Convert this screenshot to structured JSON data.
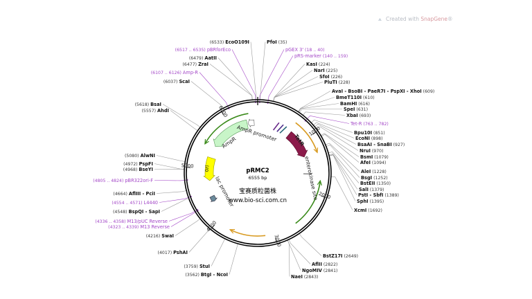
{
  "watermark": {
    "prefix": "Created with ",
    "brand": "SnapGene",
    "suffix": "®"
  },
  "plasmid": {
    "name": "pRMC2",
    "length_label": "6555 bp",
    "length": 6555,
    "chinese_text": "宝赛质粒菌株",
    "website": "www.bio-sci.com.cn"
  },
  "ticks": [
    {
      "bp": 1000,
      "label": "1000"
    },
    {
      "bp": 2000,
      "label": "2000"
    },
    {
      "bp": 3000,
      "label": "3000"
    },
    {
      "bp": 4000,
      "label": "4000"
    },
    {
      "bp": 5000,
      "label": "5000"
    },
    {
      "bp": 6000,
      "label": "6000"
    }
  ],
  "features": [
    {
      "name": "AmpR",
      "color": "#c8f5c8"
    },
    {
      "name": "ori",
      "color": "#ffff00"
    },
    {
      "name": "TetR",
      "color": "#8b1a4a"
    },
    {
      "name": "AmpR promoter",
      "color": "#ffffff"
    },
    {
      "name": "lac promoter",
      "color": "#6a8a9a"
    },
    {
      "name": "enterokinase site",
      "color": "#888888"
    }
  ],
  "colors": {
    "enzyme_line": "#9a9a9a",
    "primer": "#a347c7",
    "orf_green": "#3a8a1a",
    "orf_orange": "#d89a20"
  },
  "sites": [
    {
      "name": "EcoO109I",
      "pos": "(6533)",
      "bp": 6533,
      "type": "enzyme"
    },
    {
      "name": "PfoI",
      "pos": "(35)",
      "bp": 35,
      "type": "enzyme"
    },
    {
      "name": "pBRforEco",
      "pos": "(6517 .. 6535)",
      "bp": 6526,
      "type": "primer"
    },
    {
      "name": "pGEX 3'",
      "pos": "(18 .. 40)",
      "bp": 29,
      "type": "primer"
    },
    {
      "name": "pRS-marker",
      "pos": "(140 .. 159)",
      "bp": 150,
      "type": "primer"
    },
    {
      "name": "AatII",
      "pos": "(6479)",
      "bp": 6479,
      "type": "enzyme"
    },
    {
      "name": "ZraI",
      "pos": "(6477)",
      "bp": 6477,
      "type": "enzyme"
    },
    {
      "name": "Amp-R",
      "pos": "(6107 .. 6126)",
      "bp": 6116,
      "type": "primer"
    },
    {
      "name": "ScaI",
      "pos": "(6037)",
      "bp": 6037,
      "type": "enzyme"
    },
    {
      "name": "KasI",
      "pos": "(224)",
      "bp": 224,
      "type": "enzyme"
    },
    {
      "name": "NarI",
      "pos": "(225)",
      "bp": 225,
      "type": "enzyme"
    },
    {
      "name": "SfoI",
      "pos": "(226)",
      "bp": 226,
      "type": "enzyme"
    },
    {
      "name": "PluTI",
      "pos": "(228)",
      "bp": 228,
      "type": "enzyme"
    },
    {
      "name": "AvaI - BsoBI - PaeR7I - PspXI - XhoI",
      "pos": "(609)",
      "bp": 609,
      "type": "enzyme"
    },
    {
      "name": "BmeT110I",
      "pos": "(610)",
      "bp": 610,
      "type": "enzyme"
    },
    {
      "name": "BamHI",
      "pos": "(616)",
      "bp": 616,
      "type": "enzyme"
    },
    {
      "name": "SpeI",
      "pos": "(631)",
      "bp": 631,
      "type": "enzyme"
    },
    {
      "name": "XbaI",
      "pos": "(693)",
      "bp": 693,
      "type": "enzyme"
    },
    {
      "name": "Tet-R",
      "pos": "(763 .. 782)",
      "bp": 772,
      "type": "primer"
    },
    {
      "name": "Bpu10I",
      "pos": "(851)",
      "bp": 851,
      "type": "enzyme"
    },
    {
      "name": "EcoNI",
      "pos": "(898)",
      "bp": 898,
      "type": "enzyme"
    },
    {
      "name": "BsaAI - SnaBI",
      "pos": "(927)",
      "bp": 927,
      "type": "enzyme"
    },
    {
      "name": "NruI",
      "pos": "(970)",
      "bp": 970,
      "type": "enzyme"
    },
    {
      "name": "BsmI",
      "pos": "(1079)",
      "bp": 1079,
      "type": "enzyme"
    },
    {
      "name": "AfeI",
      "pos": "(1094)",
      "bp": 1094,
      "type": "enzyme"
    },
    {
      "name": "AleI",
      "pos": "(1228)",
      "bp": 1228,
      "type": "enzyme"
    },
    {
      "name": "BsgI",
      "pos": "(1252)",
      "bp": 1252,
      "type": "enzyme"
    },
    {
      "name": "BstEII",
      "pos": "(1350)",
      "bp": 1350,
      "type": "enzyme"
    },
    {
      "name": "SalI",
      "pos": "(1379)",
      "bp": 1379,
      "type": "enzyme"
    },
    {
      "name": "PstI - SbfI",
      "pos": "(1389)",
      "bp": 1389,
      "type": "enzyme"
    },
    {
      "name": "SphI",
      "pos": "(1395)",
      "bp": 1395,
      "type": "enzyme"
    },
    {
      "name": "XcmI",
      "pos": "(1692)",
      "bp": 1692,
      "type": "enzyme"
    },
    {
      "name": "BstZ17I",
      "pos": "(2649)",
      "bp": 2649,
      "type": "enzyme"
    },
    {
      "name": "AflII",
      "pos": "(2822)",
      "bp": 2822,
      "type": "enzyme"
    },
    {
      "name": "NgoMIV",
      "pos": "(2841)",
      "bp": 2841,
      "type": "enzyme"
    },
    {
      "name": "NaeI",
      "pos": "(2843)",
      "bp": 2843,
      "type": "enzyme"
    },
    {
      "name": "BtgI - NcoI",
      "pos": "(3562)",
      "bp": 3562,
      "type": "enzyme"
    },
    {
      "name": "StuI",
      "pos": "(3759)",
      "bp": 3759,
      "type": "enzyme"
    },
    {
      "name": "PshAI",
      "pos": "(4017)",
      "bp": 4017,
      "type": "enzyme"
    },
    {
      "name": "SwaI",
      "pos": "(4216)",
      "bp": 4216,
      "type": "enzyme"
    },
    {
      "name": "M13 Reverse",
      "pos": "(4323 .. 4339)",
      "bp": 4331,
      "type": "primer"
    },
    {
      "name": "M13/pUC Reverse",
      "pos": "(4336 .. 4358)",
      "bp": 4347,
      "type": "primer"
    },
    {
      "name": "BspQI - SapI",
      "pos": "(4548)",
      "bp": 4548,
      "type": "enzyme"
    },
    {
      "name": "L4440",
      "pos": "(4554 .. 4571)",
      "bp": 4562,
      "type": "primer"
    },
    {
      "name": "AflIII - PciI",
      "pos": "(4664)",
      "bp": 4664,
      "type": "enzyme"
    },
    {
      "name": "pBR322ori-F",
      "pos": "(4805 .. 4824)",
      "bp": 4814,
      "type": "primer"
    },
    {
      "name": "BseYI",
      "pos": "(4968)",
      "bp": 4968,
      "type": "enzyme"
    },
    {
      "name": "PspFI",
      "pos": "(4972)",
      "bp": 4972,
      "type": "enzyme"
    },
    {
      "name": "AlwNI",
      "pos": "(5080)",
      "bp": 5080,
      "type": "enzyme"
    },
    {
      "name": "AhdI",
      "pos": "(5557)",
      "bp": 5557,
      "type": "enzyme"
    },
    {
      "name": "BsaI",
      "pos": "(5618)",
      "bp": 5618,
      "type": "enzyme"
    }
  ]
}
